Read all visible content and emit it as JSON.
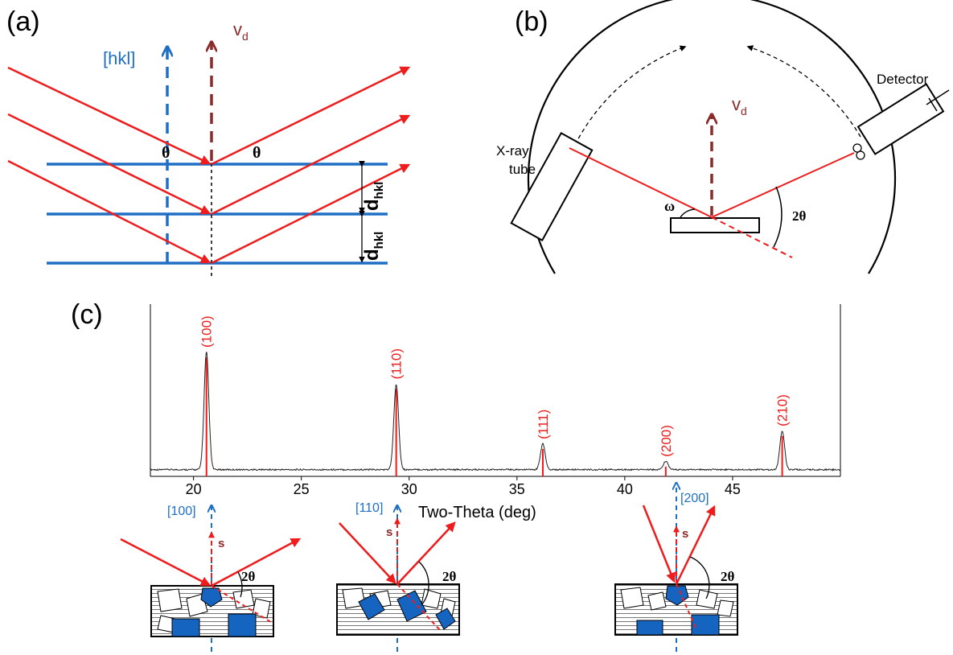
{
  "panels": {
    "a": {
      "letter": "(a)",
      "hkl_label": "[hkl]",
      "vd_label": "v",
      "vd_sub": "d",
      "theta_left": "θ",
      "theta_right": "θ",
      "d_label_1": "d",
      "d_sub_1": "hkl",
      "d_label_2": "d",
      "d_sub_2": "hkl"
    },
    "b": {
      "letter": "(b)",
      "detector_label": "Detector",
      "xray_line1": "X-ray",
      "xray_line2": "tube",
      "vd_label": "v",
      "vd_sub": "d",
      "omega_label": "ω",
      "two_theta_label": "2θ"
    },
    "c": {
      "letter": "(c)",
      "xlabel": "Two-Theta (deg)",
      "grains": [
        {
          "dir_label": "[100]",
          "s_label": "s",
          "angle_label": "2θ"
        },
        {
          "dir_label": "[110]",
          "s_label": "s",
          "angle_label": "2θ"
        },
        {
          "dir_label": "[200]",
          "s_label": "s",
          "angle_label": "2θ"
        }
      ]
    }
  },
  "colors": {
    "red": "#ee1c1c",
    "blue": "#1f6fc5",
    "dark_red": "#8b2a2a",
    "grain_blue": "#1565c0",
    "black": "#000000"
  },
  "chart_data": {
    "type": "line",
    "xlabel": "Two-Theta (deg)",
    "ylabel": "",
    "xlim": [
      18,
      50
    ],
    "ylim": [
      0,
      1.3
    ],
    "x_ticks": [
      20,
      25,
      30,
      35,
      40,
      45
    ],
    "grid": false,
    "peaks": [
      {
        "label": "(100)",
        "two_theta": 20.6,
        "intensity": 1.0
      },
      {
        "label": "(110)",
        "two_theta": 29.4,
        "intensity": 0.73
      },
      {
        "label": "(111)",
        "two_theta": 36.2,
        "intensity": 0.22
      },
      {
        "label": "(200)",
        "two_theta": 41.9,
        "intensity": 0.07
      },
      {
        "label": "(210)",
        "two_theta": 47.3,
        "intensity": 0.33
      }
    ]
  }
}
